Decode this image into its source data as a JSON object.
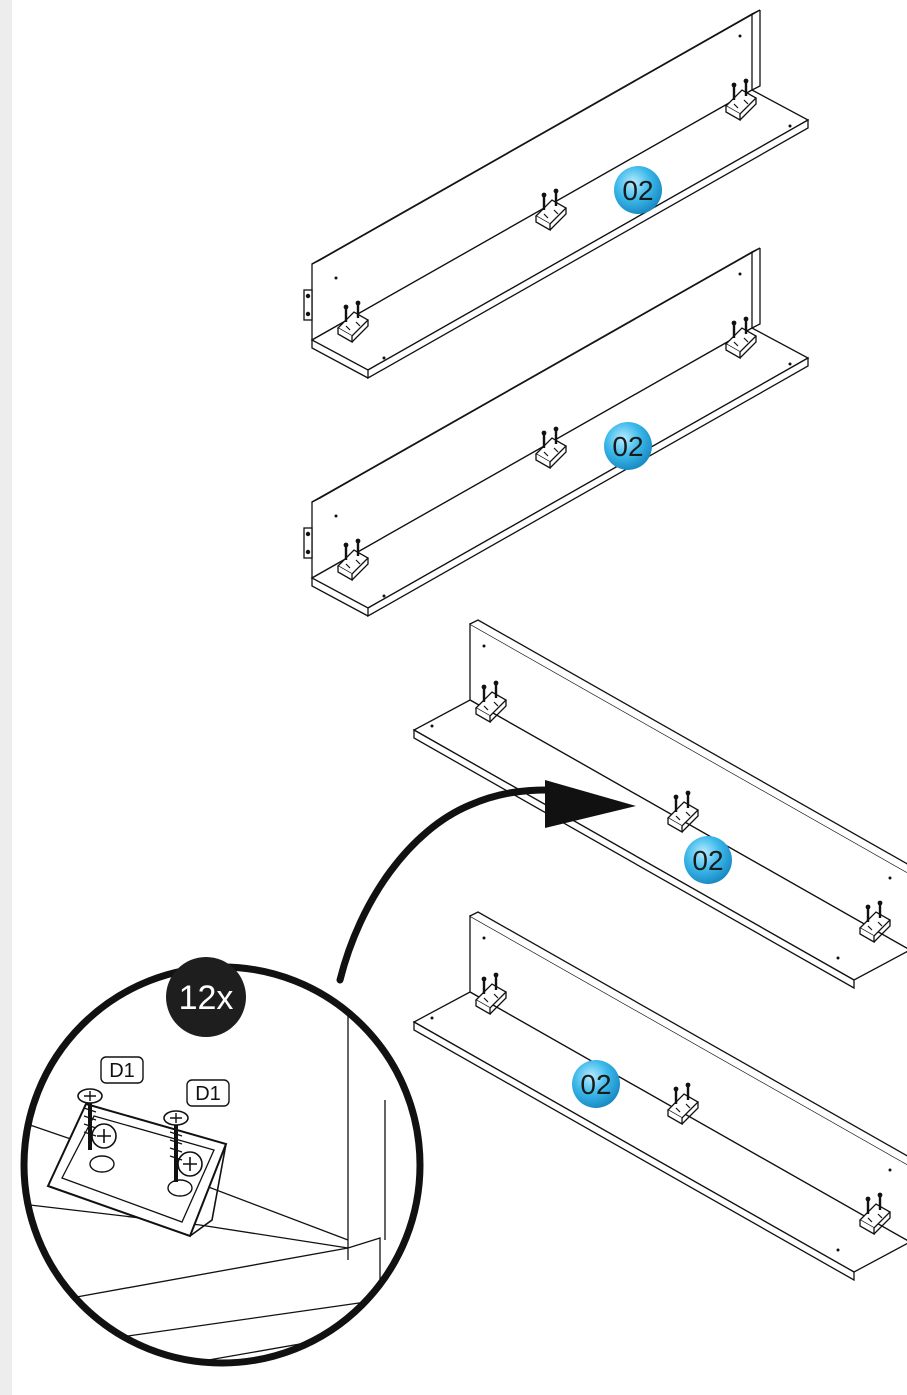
{
  "diagram": {
    "part_number": "02",
    "quantity_badge": "12x",
    "hardware_code": "D1",
    "colors": {
      "part_badge": "#3bb8ea",
      "quantity_badge": "#1e1e1e",
      "line": "#111111"
    },
    "panels": [
      {
        "name": "panel-1",
        "label": "02"
      },
      {
        "name": "panel-2",
        "label": "02"
      },
      {
        "name": "panel-3",
        "label": "02"
      },
      {
        "name": "panel-4",
        "label": "02"
      }
    ],
    "detail": {
      "quantity": "12x",
      "screw_labels": [
        "D1",
        "D1"
      ]
    }
  }
}
